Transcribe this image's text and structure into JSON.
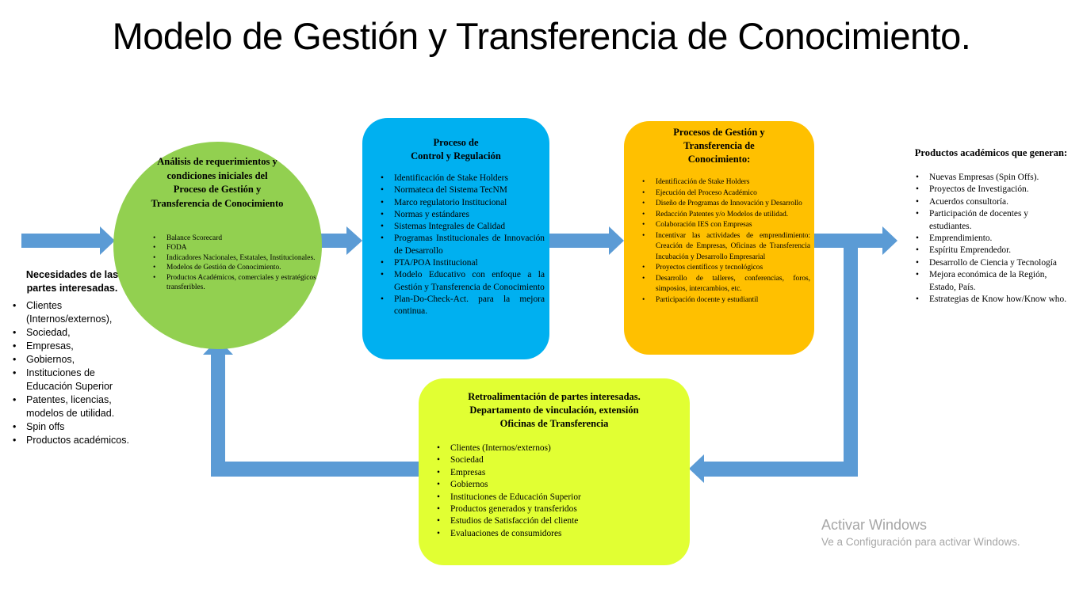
{
  "title": "Modelo de Gestión y Transferencia de Conocimiento.",
  "colors": {
    "arrow": "#5b9bd5",
    "analysis_circle": "#92d050",
    "control_box": "#00b0f0",
    "management_box": "#ffc000",
    "feedback_box": "#e1ff33"
  },
  "needs": {
    "header": "Necesidades de las partes interesadas.",
    "items": [
      "Clientes (Internos/externos),",
      "Sociedad,",
      "Empresas,",
      "Gobiernos,",
      "Instituciones de Educación Superior",
      "Patentes, licencias, modelos de utilidad.",
      "Spin offs",
      "Productos académicos."
    ]
  },
  "analysis": {
    "header": "Análisis de requerimientos y condiciones iniciales del Proceso de Gestión y Transferencia de Conocimiento",
    "items": [
      "Balance Scorecard",
      "FODA",
      "Indicadores Nacionales, Estatales, Institucionales.",
      "Modelos de Gestión de Conocimiento.",
      "Productos Académicos, comerciales y estratégicos transferibles."
    ]
  },
  "control": {
    "header_line1": "Proceso de",
    "header_line2": "Control y Regulación",
    "items": [
      "Identificación de Stake Holders",
      "Normateca del Sistema TecNM",
      "Marco regulatorio Institucional",
      "Normas y estándares",
      "Sistemas Integrales de Calidad",
      "Programas Institucionales de Innovación de Desarrollo",
      "PTA/POA Institucional",
      "Modelo Educativo con enfoque a la Gestión y Transferencia de Conocimiento",
      "Plan-Do-Check-Act. para la mejora continua."
    ]
  },
  "management": {
    "header": "Procesos de Gestión y Transferencia de Conocimiento:",
    "items": [
      "Identificación de Stake Holders",
      "Ejecución del Proceso Académico",
      "Diseño de Programas de Innovación y Desarrollo",
      "Redacción Patentes y/o Modelos de utilidad.",
      "Colaboración IES con Empresas",
      "Incentivar las actividades de emprendimiento: Creación de Empresas, Oficinas de Transferencia Incubación y Desarrollo Empresarial",
      "Proyectos científicos y tecnológicos",
      "Desarrollo de talleres, conferencias, foros, simposios, intercambios, etc.",
      "Participación docente y estudiantil"
    ]
  },
  "products": {
    "header": "Productos académicos que generan:",
    "items": [
      "Nuevas Empresas (Spin Offs).",
      "Proyectos de Investigación.",
      "Acuerdos consultoría.",
      "Participación de docentes y estudiantes.",
      "Emprendimiento.",
      "Espíritu Emprendedor.",
      "Desarrollo de Ciencia y Tecnología",
      "Mejora económica de la Región, Estado, País.",
      "Estrategias de Know how/Know who."
    ]
  },
  "feedback": {
    "header_line1": "Retroalimentación de partes interesadas.",
    "header_line2": "Departamento de vinculación, extensión",
    "header_line3": "Oficinas de Transferencia",
    "items": [
      "Clientes (Internos/externos)",
      "Sociedad",
      "Empresas",
      "Gobiernos",
      "Instituciones de Educación Superior",
      "Productos generados y transferidos",
      "Estudios de Satisfacción del cliente",
      "Evaluaciones de consumidores"
    ]
  },
  "watermark": {
    "line1": "Activar Windows",
    "line2": "Ve a Configuración para activar Windows."
  }
}
